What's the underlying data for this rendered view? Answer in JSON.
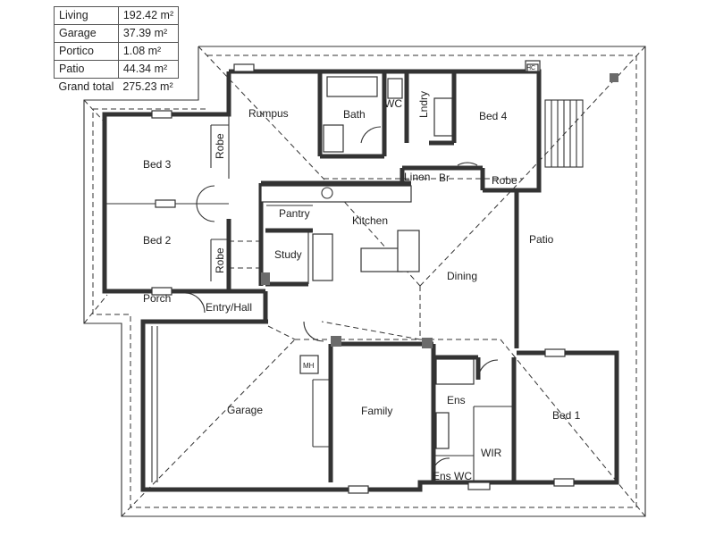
{
  "areas": [
    {
      "name": "Living",
      "value": "192.42 m²"
    },
    {
      "name": "Garage",
      "value": "37.39 m²"
    },
    {
      "name": "Portico",
      "value": "1.08 m²"
    },
    {
      "name": "Patio",
      "value": "44.34 m²"
    }
  ],
  "grand_total": {
    "name": "Grand total",
    "value": "275.23 m²"
  },
  "rooms": {
    "rumpus": "Rumpus",
    "bath": "Bath",
    "wc": "WC",
    "lndry": "Lndry",
    "bed4": "Bed 4",
    "bed3": "Bed 3",
    "robe_bed3": "Robe",
    "linen": "Linen",
    "br": "Br",
    "robe_bed4": "Robe",
    "pantry": "Pantry",
    "kitchen": "Kitchen",
    "bed2": "Bed 2",
    "robe_bed2": "Robe",
    "study": "Study",
    "patio": "Patio",
    "dining": "Dining",
    "porch": "Porch",
    "entry": "Entry/Hall",
    "mh": "MH",
    "garage": "Garage",
    "family": "Family",
    "ens": "Ens",
    "bed1": "Bed 1",
    "wir": "WIR",
    "ens_wc": "Ens WC",
    "hc": "HC"
  }
}
